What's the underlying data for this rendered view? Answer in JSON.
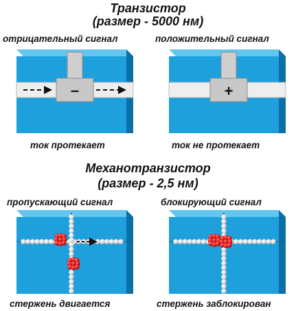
{
  "transistor": {
    "title": "Транзистор",
    "size": "(размер - 5000 нм)",
    "panels": [
      {
        "signal": "отрицательный сигнал",
        "sign": "–",
        "caption": "ток протекает"
      },
      {
        "signal": "положительный сигнал",
        "sign": "+",
        "caption": "ток не протекает"
      }
    ]
  },
  "mechanotransistor": {
    "title": "Механотранзистор",
    "size": "(размер - 2,5 нм)",
    "panels": [
      {
        "signal": "пропускающий сигнал",
        "caption": "стержень двигается"
      },
      {
        "signal": "блокирующий сигнал",
        "caption": "стержень заблокирован"
      }
    ]
  },
  "colors": {
    "cube_front": "#1ea0dc",
    "cube_top": "#63c6ef",
    "cube_side": "#0d6fa6",
    "gate": "#c8c8c8",
    "atom_white": "#eeeeee",
    "atom_red": "#e01515"
  }
}
